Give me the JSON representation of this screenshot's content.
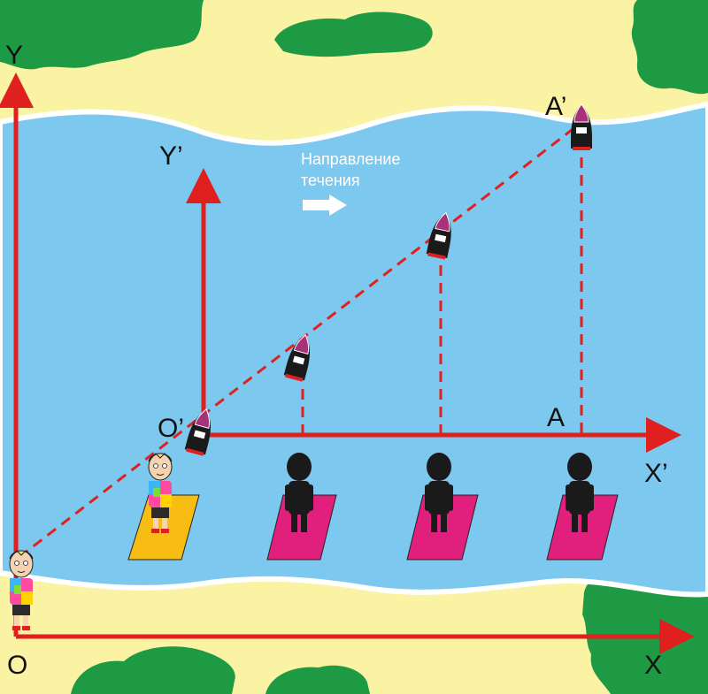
{
  "labels": {
    "y_axis": "Y",
    "x_axis": "X",
    "origin": "O",
    "y_prime_axis": "Y’",
    "x_prime_axis": "X’",
    "origin_prime": "O’",
    "point_a": "A",
    "point_a_prime": "A’"
  },
  "current_label": {
    "line1": "Направление",
    "line2": "течения"
  },
  "colors": {
    "sand": "#fbf3a4",
    "water": "#7dc8ee",
    "bank_outline": "#ffffff",
    "tree": "#1d9a43",
    "axis": "#e0201f",
    "raft_active": "#f7bd12",
    "raft_inactive": "#e0207c",
    "boat_body": "#1a1a1a",
    "boat_bow": "#a8327a",
    "silhouette": "#1a1a1a"
  },
  "icons": {
    "boat": "boat-icon",
    "boy": "boy-icon",
    "shadow_figure": "person-silhouette-icon",
    "arrow": "arrow-right-icon"
  }
}
